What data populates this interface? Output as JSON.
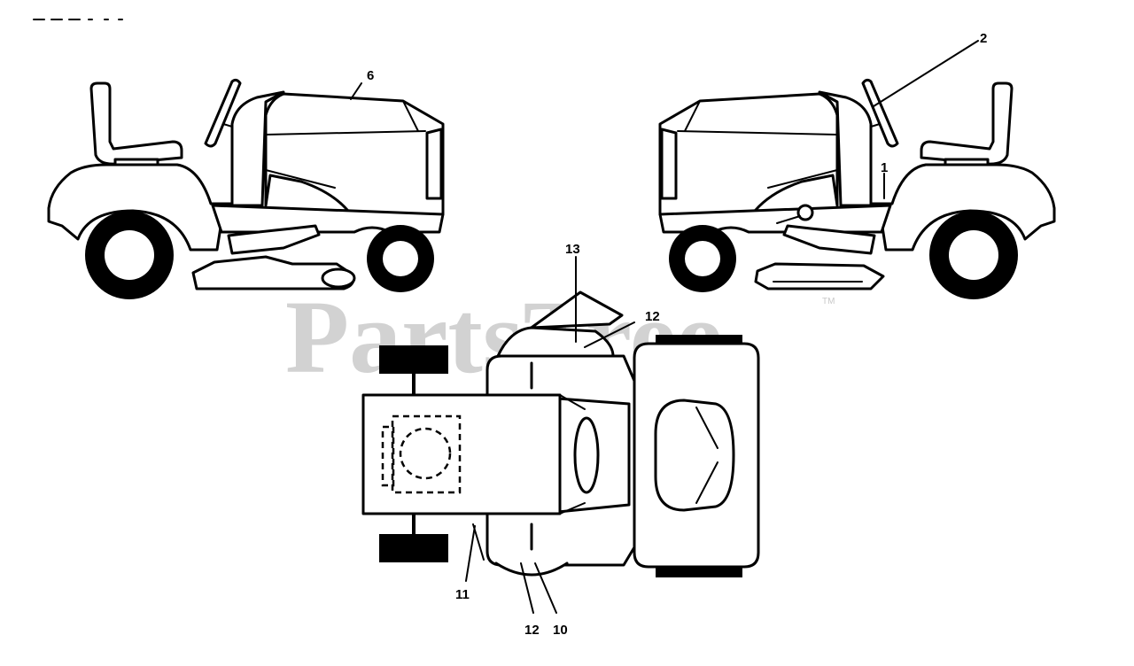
{
  "watermark": {
    "text": "PartsTree",
    "tm": "TM"
  },
  "callouts": {
    "c1": "1",
    "c2": "2",
    "c6": "6",
    "c10": "10",
    "c11": "11",
    "c12_top": "12",
    "c12_bottom": "12",
    "c13": "13"
  },
  "colors": {
    "line": "#000000",
    "background": "#ffffff",
    "watermark": "#d2d2d2"
  }
}
